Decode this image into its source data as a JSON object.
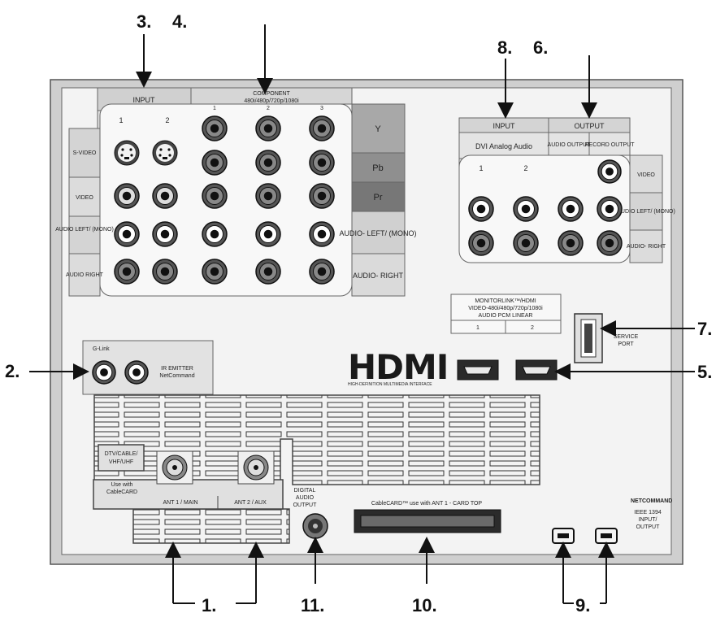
{
  "callouts": {
    "c1": "1.",
    "c2": "2.",
    "c3": "3.",
    "c4": "4.",
    "c5": "5.",
    "c6": "6.",
    "c7": "7.",
    "c8": "8.",
    "c9": "9.",
    "c10": "10.",
    "c11": "11."
  },
  "left_panel": {
    "input_header": "INPUT",
    "input_1": "1",
    "input_2": "2",
    "component_header": "COMPONENT",
    "component_sub": "480i/480p/720p/1080i",
    "component_1": "1",
    "component_2": "2",
    "component_3": "3",
    "row_svideo": "S-VIDEO",
    "row_video": "VIDEO",
    "row_audio_left": "AUDIO LEFT/ (MONO)",
    "row_audio_right": "AUDIO RIGHT",
    "comp_y": "Y",
    "comp_pb": "Pb",
    "comp_pr": "Pr",
    "comp_audio_left": "AUDIO- LEFT/ (MONO)",
    "comp_audio_right": "AUDIO- RIGHT"
  },
  "right_panel": {
    "input_header": "INPUT",
    "dvi_label": "DVI Analog Audio",
    "dvi_1": "1",
    "dvi_2": "2",
    "output_header": "OUTPUT",
    "audio_output": "AUDIO OUTPUT",
    "record_output": "RECORD OUTPUT",
    "row_video": "VIDEO",
    "row_audio_left": "AUDIO LEFT/ (MONO)",
    "row_audio_right": "AUDIO- RIGHT"
  },
  "hdmi": {
    "monitorlink_line1": "MONITORLINK™/HDMI",
    "monitorlink_line2": "VIDEO-480i/480p/720p/1080i",
    "monitorlink_line3": "AUDIO PCM LINEAR",
    "port_1": "1",
    "port_2": "2",
    "logo": "HDMI",
    "logo_tag": "HIGH-DEFINITION MULTIMEDIA INTERFACE"
  },
  "service": {
    "label_line1": "SERVICE",
    "label_line2": "PORT"
  },
  "glink": {
    "glink_label": "G-Link",
    "ir_emitter_line1": "IR EMITTER",
    "ir_emitter_line2": "NetCommand"
  },
  "antenna": {
    "dtv_line1": "DTV/CABLE/",
    "dtv_line2": "VHF/UHF",
    "cablecard_line1": "Use with",
    "cablecard_line2": "CableCARD",
    "ant1": "ANT 1 / MAIN",
    "ant2": "ANT 2 / AUX"
  },
  "digital_audio": {
    "line1": "DIGITAL",
    "line2": "AUDIO",
    "line3": "OUTPUT"
  },
  "cablecard_slot": {
    "label": "CableCARD™ use with ANT 1 - CARD TOP"
  },
  "firewire": {
    "brand": "NETCOMMAND",
    "line1": "IEEE 1394",
    "line2": "INPUT/",
    "line3": "OUTPUT"
  }
}
